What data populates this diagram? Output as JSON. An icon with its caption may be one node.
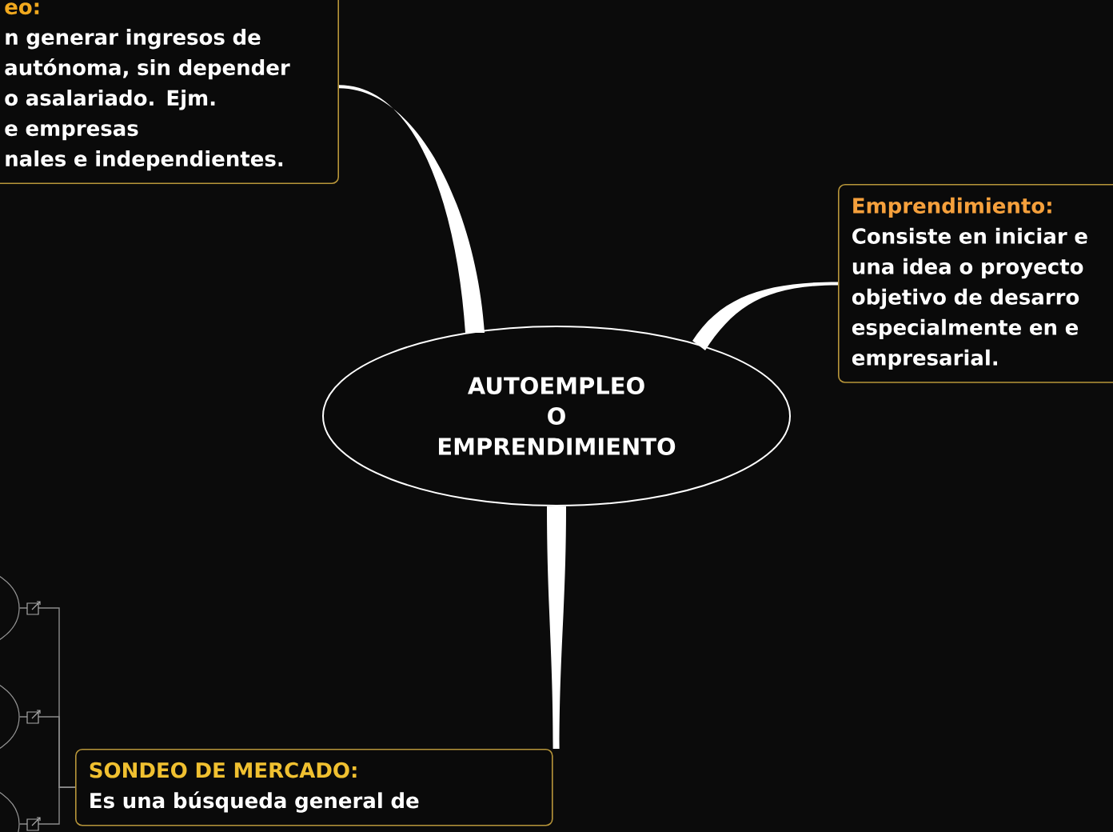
{
  "diagram": {
    "nodes": [
      {
        "text": [
          "eo:",
          "n generar ingresos de",
          "autónoma, sin depender",
          "o asalariado. Ejm.",
          "e empresas",
          "nales e independientes."
        ]
      },
      {
        "text": [
          "Emprendimiento:",
          "Consiste en iniciar e",
          "una idea o proyecto",
          "objetivo de desarro",
          "especialmente en e",
          "empresarial."
        ]
      },
      {
        "text": [
          "AUTOEMPLEO O EMPRENDIMIENTO"
        ]
      },
      {
        "text": [
          "SONDEO DE MERCADO:",
          "Es una búsqueda general de"
        ]
      },
      {
        "text": [],
        "shape": "ellipse"
      },
      {
        "text": [],
        "shape": "ellipse"
      },
      {
        "text": [],
        "shape": "ellipse"
      }
    ],
    "edges": [
      {
        "from": 2,
        "to": 0,
        "arrow": "none",
        "style": "thick",
        "color": "#ffffff"
      },
      {
        "from": 2,
        "to": 1,
        "arrow": "none",
        "style": "thick",
        "color": "#ffffff"
      },
      {
        "from": 2,
        "to": 3,
        "arrow": "none",
        "style": "thick",
        "color": "#ffffff"
      },
      {
        "from": 3,
        "to": 4,
        "arrow": "none",
        "color": "#8c8c8c"
      },
      {
        "from": 3,
        "to": 5,
        "arrow": "none",
        "color": "#8c8c8c"
      },
      {
        "from": 3,
        "to": 6,
        "arrow": "none",
        "color": "#8c8c8c"
      }
    ]
  }
}
